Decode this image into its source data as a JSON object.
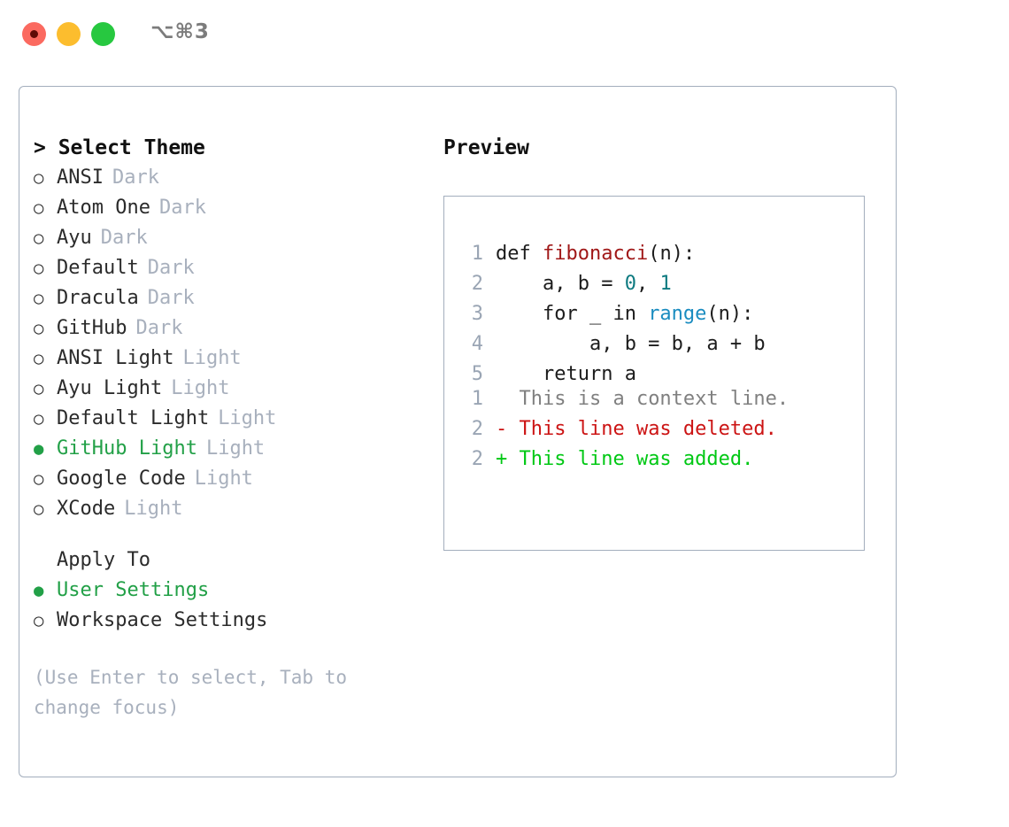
{
  "titlebar": {
    "shortcut": "⌥⌘3",
    "buttons": [
      {
        "name": "close",
        "color": "#fb6a60"
      },
      {
        "name": "minimize",
        "color": "#fcbd2e"
      },
      {
        "name": "maximize",
        "color": "#27c840"
      }
    ]
  },
  "theme_picker": {
    "heading": "> Select Theme",
    "marker_selected": "●",
    "marker_unselected": "○",
    "selected_color": "#22a047",
    "badge_color": "#a8b0bd",
    "options": [
      {
        "label": "ANSI",
        "badge": "Dark",
        "selected": false
      },
      {
        "label": "Atom One",
        "badge": "Dark",
        "selected": false
      },
      {
        "label": "Ayu",
        "badge": "Dark",
        "selected": false
      },
      {
        "label": "Default",
        "badge": "Dark",
        "selected": false
      },
      {
        "label": "Dracula",
        "badge": "Dark",
        "selected": false
      },
      {
        "label": "GitHub",
        "badge": "Dark",
        "selected": false
      },
      {
        "label": "ANSI Light",
        "badge": "Light",
        "selected": false
      },
      {
        "label": "Ayu Light",
        "badge": "Light",
        "selected": false
      },
      {
        "label": "Default Light",
        "badge": "Light",
        "selected": false
      },
      {
        "label": "GitHub Light",
        "badge": "Light",
        "selected": true
      },
      {
        "label": "Google Code",
        "badge": "Light",
        "selected": false
      },
      {
        "label": "XCode",
        "badge": "Light",
        "selected": false
      }
    ]
  },
  "apply_to": {
    "heading": "Apply To",
    "options": [
      {
        "label": "User Settings",
        "selected": true
      },
      {
        "label": "Workspace Settings",
        "selected": false
      }
    ]
  },
  "hint": "(Use Enter to select, Tab to change focus)",
  "preview": {
    "heading": "Preview",
    "code_lines": [
      {
        "no": "1",
        "segments": [
          {
            "text": "def ",
            "kind": "plain"
          },
          {
            "text": "fibonacci",
            "kind": "fn"
          },
          {
            "text": "(n):",
            "kind": "plain"
          }
        ]
      },
      {
        "no": "2",
        "segments": [
          {
            "text": "    a, b = ",
            "kind": "plain"
          },
          {
            "text": "0",
            "kind": "num"
          },
          {
            "text": ", ",
            "kind": "plain"
          },
          {
            "text": "1",
            "kind": "num"
          }
        ]
      },
      {
        "no": "3",
        "segments": [
          {
            "text": "    for _ in ",
            "kind": "plain"
          },
          {
            "text": "range",
            "kind": "call"
          },
          {
            "text": "(n):",
            "kind": "plain"
          }
        ]
      },
      {
        "no": "4",
        "segments": [
          {
            "text": "        a, b = b, a + b",
            "kind": "plain"
          }
        ]
      },
      {
        "no": "5",
        "segments": [
          {
            "text": "    return a",
            "kind": "plain"
          }
        ]
      }
    ],
    "diff_lines": [
      {
        "no": "1",
        "sign": " ",
        "text": "This is a context line.",
        "kind": "context"
      },
      {
        "no": "2",
        "sign": "-",
        "text": "This line was deleted.",
        "kind": "del"
      },
      {
        "no": "2",
        "sign": "+",
        "text": "This line was added.",
        "kind": "add"
      }
    ]
  }
}
